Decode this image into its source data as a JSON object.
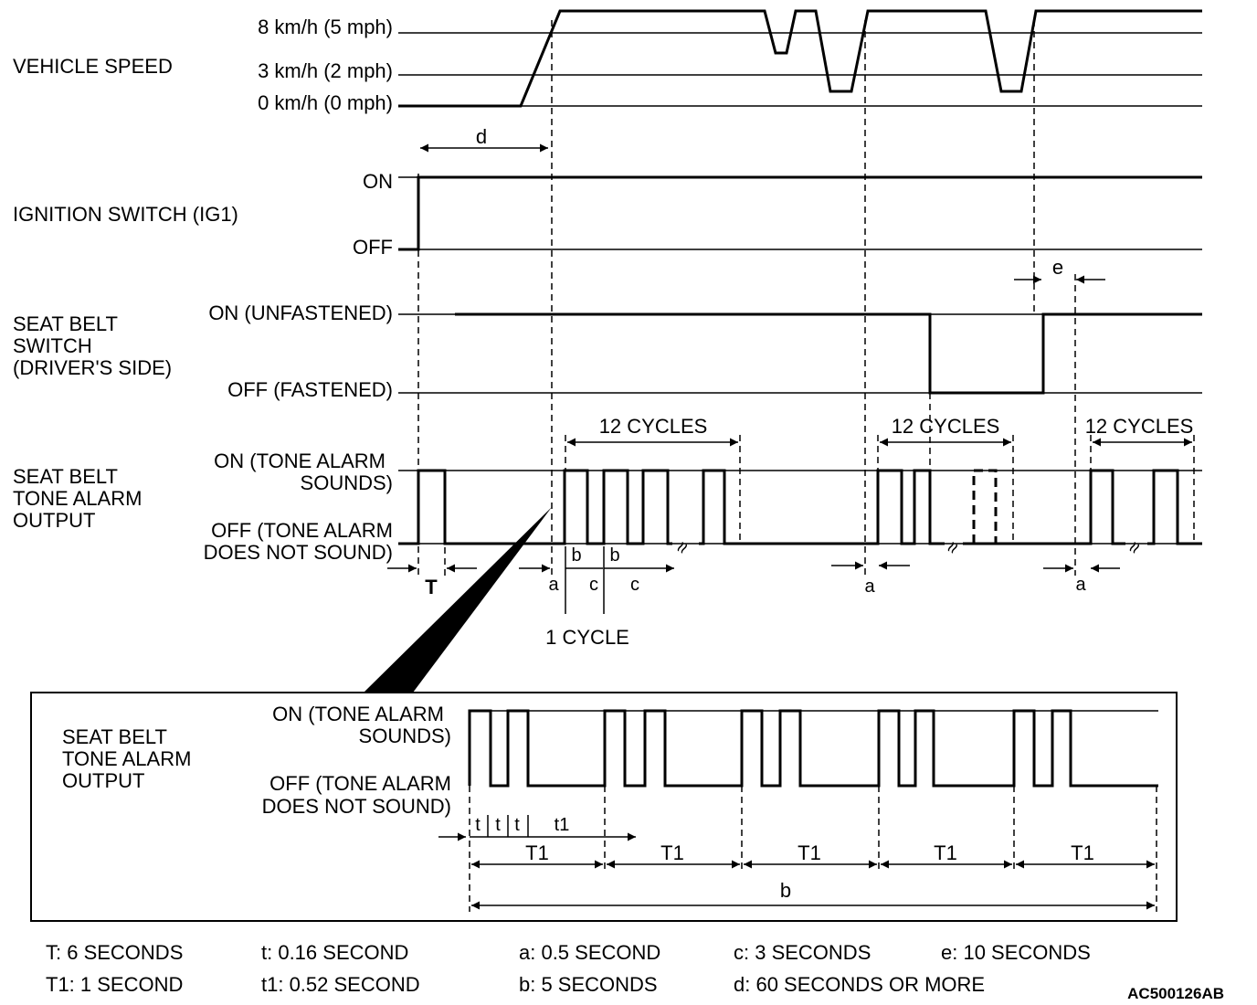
{
  "rows": {
    "vehicle_speed": {
      "label": "VEHICLE SPEED",
      "levels": [
        "8 km/h (5 mph)",
        "3 km/h (2 mph)",
        "0 km/h (0 mph)"
      ]
    },
    "ignition": {
      "label": "IGNITION SWITCH (IG1)",
      "levels": [
        "ON",
        "OFF"
      ]
    },
    "seat_belt_switch": {
      "label": [
        "SEAT BELT",
        "SWITCH",
        "(DRIVER'S SIDE)"
      ],
      "levels": [
        "ON (UNFASTENED)",
        "OFF (FASTENED)"
      ]
    },
    "tone_alarm": {
      "label": [
        "SEAT BELT",
        "TONE ALARM",
        "OUTPUT"
      ],
      "on_level": [
        "ON (TONE ALARM",
        "SOUNDS)"
      ],
      "off_level": [
        "OFF (TONE ALARM",
        "DOES NOT SOUND)"
      ]
    }
  },
  "annotations": {
    "d": "d",
    "e": "e",
    "T": "T",
    "a": "a",
    "b": "b",
    "c": "c",
    "one_cycle": "1 CYCLE",
    "twelve_cycles": "12 CYCLES",
    "break_mark": "≈"
  },
  "detail": {
    "label": [
      "SEAT BELT",
      "TONE ALARM",
      "OUTPUT"
    ],
    "on_level": [
      "ON (TONE ALARM",
      "SOUNDS)"
    ],
    "off_level": [
      "OFF (TONE ALARM",
      "DOES NOT SOUND)"
    ],
    "t": "t",
    "t1": "t1",
    "T1": "T1",
    "b": "b"
  },
  "legend": [
    "T: 6 SECONDS",
    "t: 0.16 SECOND",
    "a: 0.5 SECOND",
    "c: 3 SECONDS",
    "e: 10 SECONDS",
    "T1: 1 SECOND",
    "t1: 0.52 SECOND",
    "b: 5 SECONDS",
    "d: 60 SECONDS  OR MORE"
  ],
  "figure_code": "AC500126AB"
}
